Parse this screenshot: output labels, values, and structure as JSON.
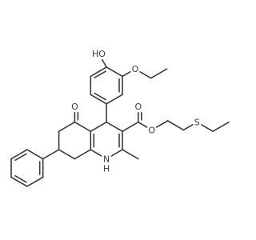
{
  "molecule": {
    "atoms": {
      "oh": "HO",
      "o_ether": "O",
      "o_ketone": "O",
      "o_carbonyl": "O",
      "o_ester": "O",
      "s": "S",
      "nh_h": "H",
      "nh_n": "N"
    }
  }
}
